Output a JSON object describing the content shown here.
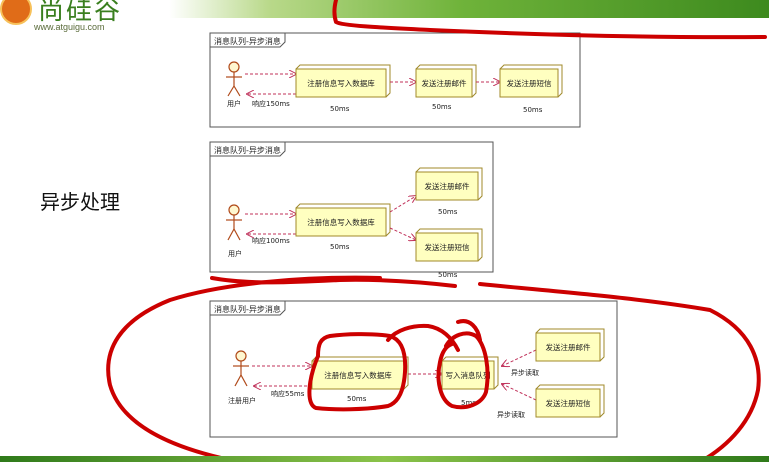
{
  "header": {
    "logo_text": "尚硅谷",
    "logo_url": "www.atguigu.com"
  },
  "side_label": "异步处理",
  "diagrams": [
    {
      "title": "消息队列-异步消息",
      "actor": "用户",
      "response": "响应150ms",
      "boxes": [
        "注册信息写入数据库",
        "发送注册邮件",
        "发送注册短信"
      ],
      "times": [
        "50ms",
        "50ms",
        "50ms"
      ]
    },
    {
      "title": "消息队列-异步消息",
      "actor": "用户",
      "response": "响应100ms",
      "boxes": [
        "注册信息写入数据库",
        "发送注册邮件",
        "发送注册短信"
      ],
      "times": [
        "50ms",
        "50ms",
        "50ms"
      ]
    },
    {
      "title": "消息队列-异步消息",
      "actor": "注册用户",
      "response": "响应55ms",
      "boxes": [
        "注册信息写入数据库",
        "写入消息队列",
        "发送注册邮件",
        "发送注册短信"
      ],
      "times": [
        "50ms",
        "5ms"
      ],
      "async_read": [
        "异步读取",
        "异步读取"
      ]
    }
  ],
  "colors": {
    "box_fill": "#ffffc0",
    "box_stroke": "#a08a2a",
    "arrow": "#c0315a",
    "ink": "#cc0000"
  }
}
